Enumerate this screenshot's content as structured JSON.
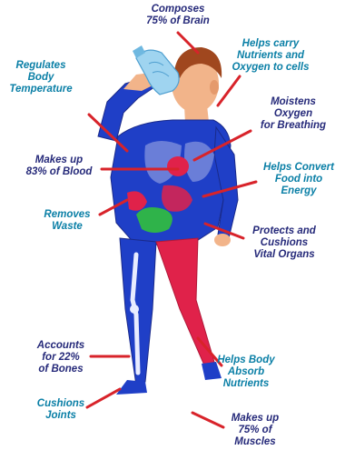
{
  "labels": [
    {
      "lines": [
        "Composes",
        "75% of Brain"
      ],
      "tone": "navy"
    },
    {
      "lines": [
        "Helps carry",
        "Nutrients and",
        "Oxygen to cells"
      ],
      "tone": "teal"
    },
    {
      "lines": [
        "Regulates",
        "Body",
        "Temperature"
      ],
      "tone": "teal"
    },
    {
      "lines": [
        "Moistens",
        "Oxygen",
        "for Breathing"
      ],
      "tone": "navy"
    },
    {
      "lines": [
        "Makes up",
        "83% of Blood"
      ],
      "tone": "navy"
    },
    {
      "lines": [
        "Helps Convert",
        "Food into",
        "Energy"
      ],
      "tone": "teal"
    },
    {
      "lines": [
        "Removes",
        "Waste"
      ],
      "tone": "teal"
    },
    {
      "lines": [
        "Protects and",
        "Cushions",
        "Vital Organs"
      ],
      "tone": "navy"
    },
    {
      "lines": [
        "Accounts",
        "for 22%",
        "of Bones"
      ],
      "tone": "navy"
    },
    {
      "lines": [
        "Helps Body",
        "Absorb",
        "Nutrients"
      ],
      "tone": "teal"
    },
    {
      "lines": [
        "Cushions",
        "Joints"
      ],
      "tone": "teal"
    },
    {
      "lines": [
        "Makes up",
        "75% of",
        "Muscles"
      ],
      "tone": "navy"
    }
  ],
  "colors": {
    "teal_text": "#0a7fa6",
    "navy_text": "#262a7a",
    "pointer_line": "#d8232a",
    "body_blue": "#1f3fc7",
    "muscle_red": "#e0224a",
    "skin": "#f2b48a",
    "hair": "#a0471e",
    "bottle": "#9fd4f0"
  }
}
